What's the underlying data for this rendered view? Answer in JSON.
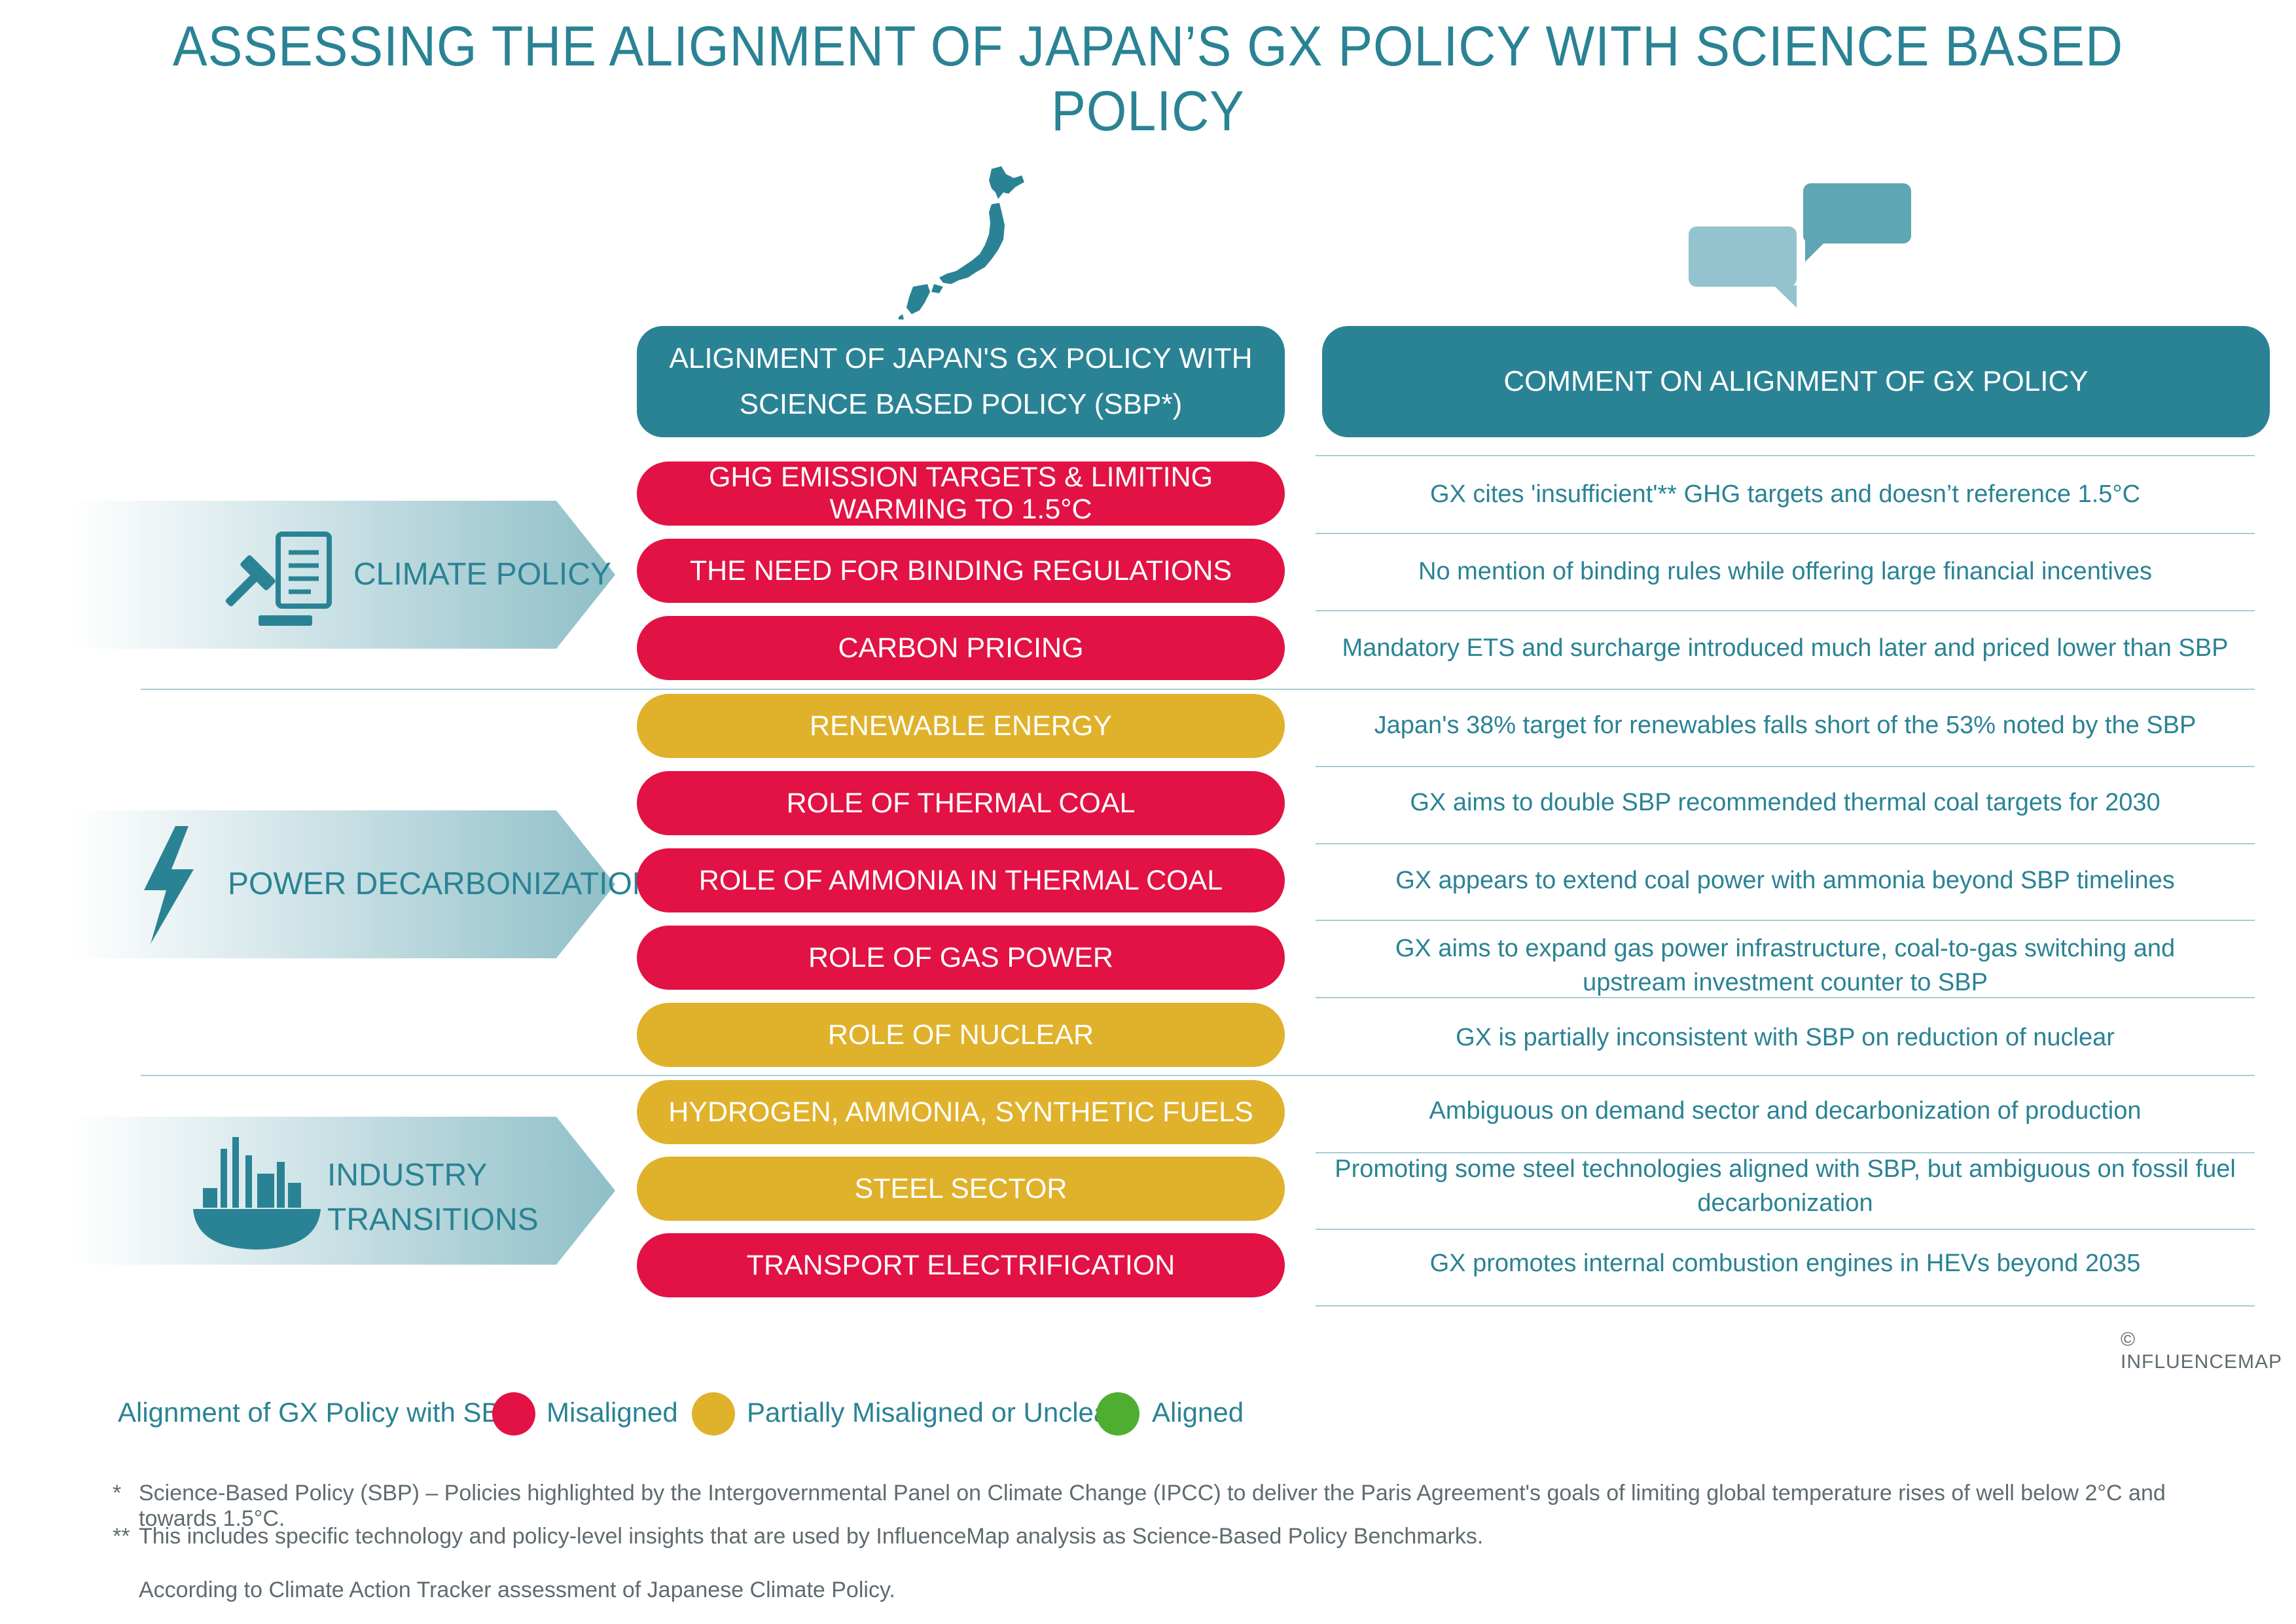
{
  "title": "ASSESSING THE ALIGNMENT OF JAPAN’S GX POLICY WITH SCIENCE BASED POLICY",
  "headers": {
    "alignment": "ALIGNMENT OF JAPAN'S GX POLICY WITH\nSCIENCE BASED POLICY (SBP*)",
    "comment": "COMMENT ON ALIGNMENT OF GX POLICY"
  },
  "categories": [
    {
      "label": "CLIMATE POLICY",
      "icon": "gavel-document-icon"
    },
    {
      "label": "POWER DECARBONIZATION",
      "icon": "lightning-bolt-icon"
    },
    {
      "label": "INDUSTRY\nTRANSITIONS",
      "icon": "factory-icon"
    }
  ],
  "rows": [
    {
      "topic": "GHG EMISSION TARGETS & LIMITING WARMING TO 1.5°C",
      "status": "misaligned",
      "comment": "GX cites 'insufficient'** GHG targets and doesn’t reference 1.5°C"
    },
    {
      "topic": "THE NEED FOR BINDING REGULATIONS",
      "status": "misaligned",
      "comment": "No mention of binding rules while offering large financial incentives"
    },
    {
      "topic": "CARBON PRICING",
      "status": "misaligned",
      "comment": "Mandatory ETS and surcharge introduced much later and priced lower than SBP"
    },
    {
      "topic": "RENEWABLE ENERGY",
      "status": "partial",
      "comment": "Japan's 38% target for renewables falls short of the 53% noted by the SBP"
    },
    {
      "topic": "ROLE OF THERMAL COAL",
      "status": "misaligned",
      "comment": "GX aims to double SBP recommended thermal coal targets for 2030"
    },
    {
      "topic": "ROLE OF AMMONIA IN THERMAL COAL",
      "status": "misaligned",
      "comment": "GX appears to extend coal power with ammonia beyond SBP timelines"
    },
    {
      "topic": "ROLE OF GAS POWER",
      "status": "misaligned",
      "comment": "GX aims to expand gas power infrastructure, coal-to-gas switching and\nupstream investment counter to SBP"
    },
    {
      "topic": "ROLE OF NUCLEAR",
      "status": "partial",
      "comment": "GX is partially inconsistent with SBP on reduction of nuclear"
    },
    {
      "topic": "HYDROGEN, AMMONIA, SYNTHETIC FUELS",
      "status": "partial",
      "comment": "Ambiguous on demand sector and decarbonization of production"
    },
    {
      "topic": "STEEL SECTOR",
      "status": "partial",
      "comment": "Promoting some steel technologies aligned with SBP, but ambiguous on fossil fuel decarbonization"
    },
    {
      "topic": "TRANSPORT ELECTRIFICATION",
      "status": "misaligned",
      "comment": "GX promotes internal combustion engines in HEVs beyond 2035"
    }
  ],
  "copyright": "© INFLUENCEMAP",
  "legend": {
    "title": "Alignment of GX Policy with SBP:",
    "items": [
      {
        "label": "Misaligned",
        "color": "#e21244"
      },
      {
        "label": "Partially Misaligned or Unclear",
        "color": "#e0b12b"
      },
      {
        "label": "Aligned",
        "color": "#4fae31"
      }
    ]
  },
  "colors": {
    "teal": "#2a8394",
    "misaligned": "#e21244",
    "partial": "#e0b12b",
    "aligned": "#4fae31"
  },
  "footnotes": [
    {
      "marker": "*",
      "text": "Science-Based Policy (SBP) – Policies highlighted by the Intergovernmental Panel on Climate Change (IPCC) to deliver the Paris Agreement's goals of limiting global temperature rises of well below 2°C and towards 1.5°C."
    },
    {
      "marker": "**",
      "text": "This includes specific technology and policy-level insights that are used by InfluenceMap analysis as Science-Based Policy Benchmarks."
    },
    {
      "marker": "",
      "text": "According to Climate Action Tracker assessment of Japanese Climate Policy."
    }
  ]
}
